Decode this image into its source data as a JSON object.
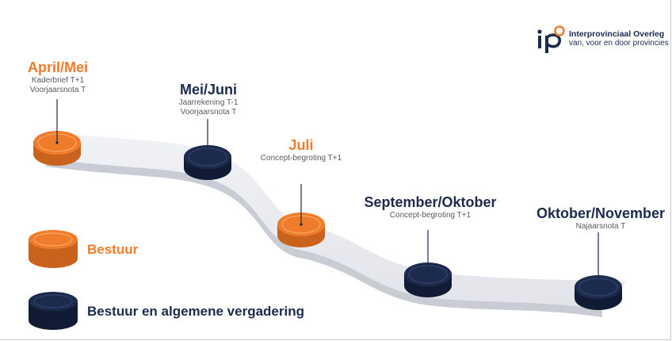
{
  "logo": {
    "name": "Interprovinciaal Overleg",
    "tagline": "van, voor en door provincies"
  },
  "milestones": [
    {
      "title": "April/Mei",
      "lines": [
        "Kaderbrief T+1",
        "Voorjaarsnota T"
      ],
      "type": "bestuur"
    },
    {
      "title": "Mei/Juni",
      "lines": [
        "Jaarrekening T-1",
        "Voorjaarsnota T"
      ],
      "type": "algemene_vergadering"
    },
    {
      "title": "Juli",
      "lines": [
        "Concept-begroting T+1"
      ],
      "type": "bestuur"
    },
    {
      "title": "September/Oktober",
      "lines": [
        "Concept-begroting T+1"
      ],
      "type": "algemene_vergadering"
    },
    {
      "title": "Oktober/November",
      "lines": [
        "Najaarsnota T"
      ],
      "type": "algemene_vergadering"
    }
  ],
  "legend": {
    "bestuur": "Bestuur",
    "algemene_vergadering": "Bestuur en algemene vergadering"
  },
  "colors": {
    "bestuur": "#ee7c2b",
    "algemene_vergadering": "#1c2a4d",
    "road": "#e8e9ee"
  }
}
